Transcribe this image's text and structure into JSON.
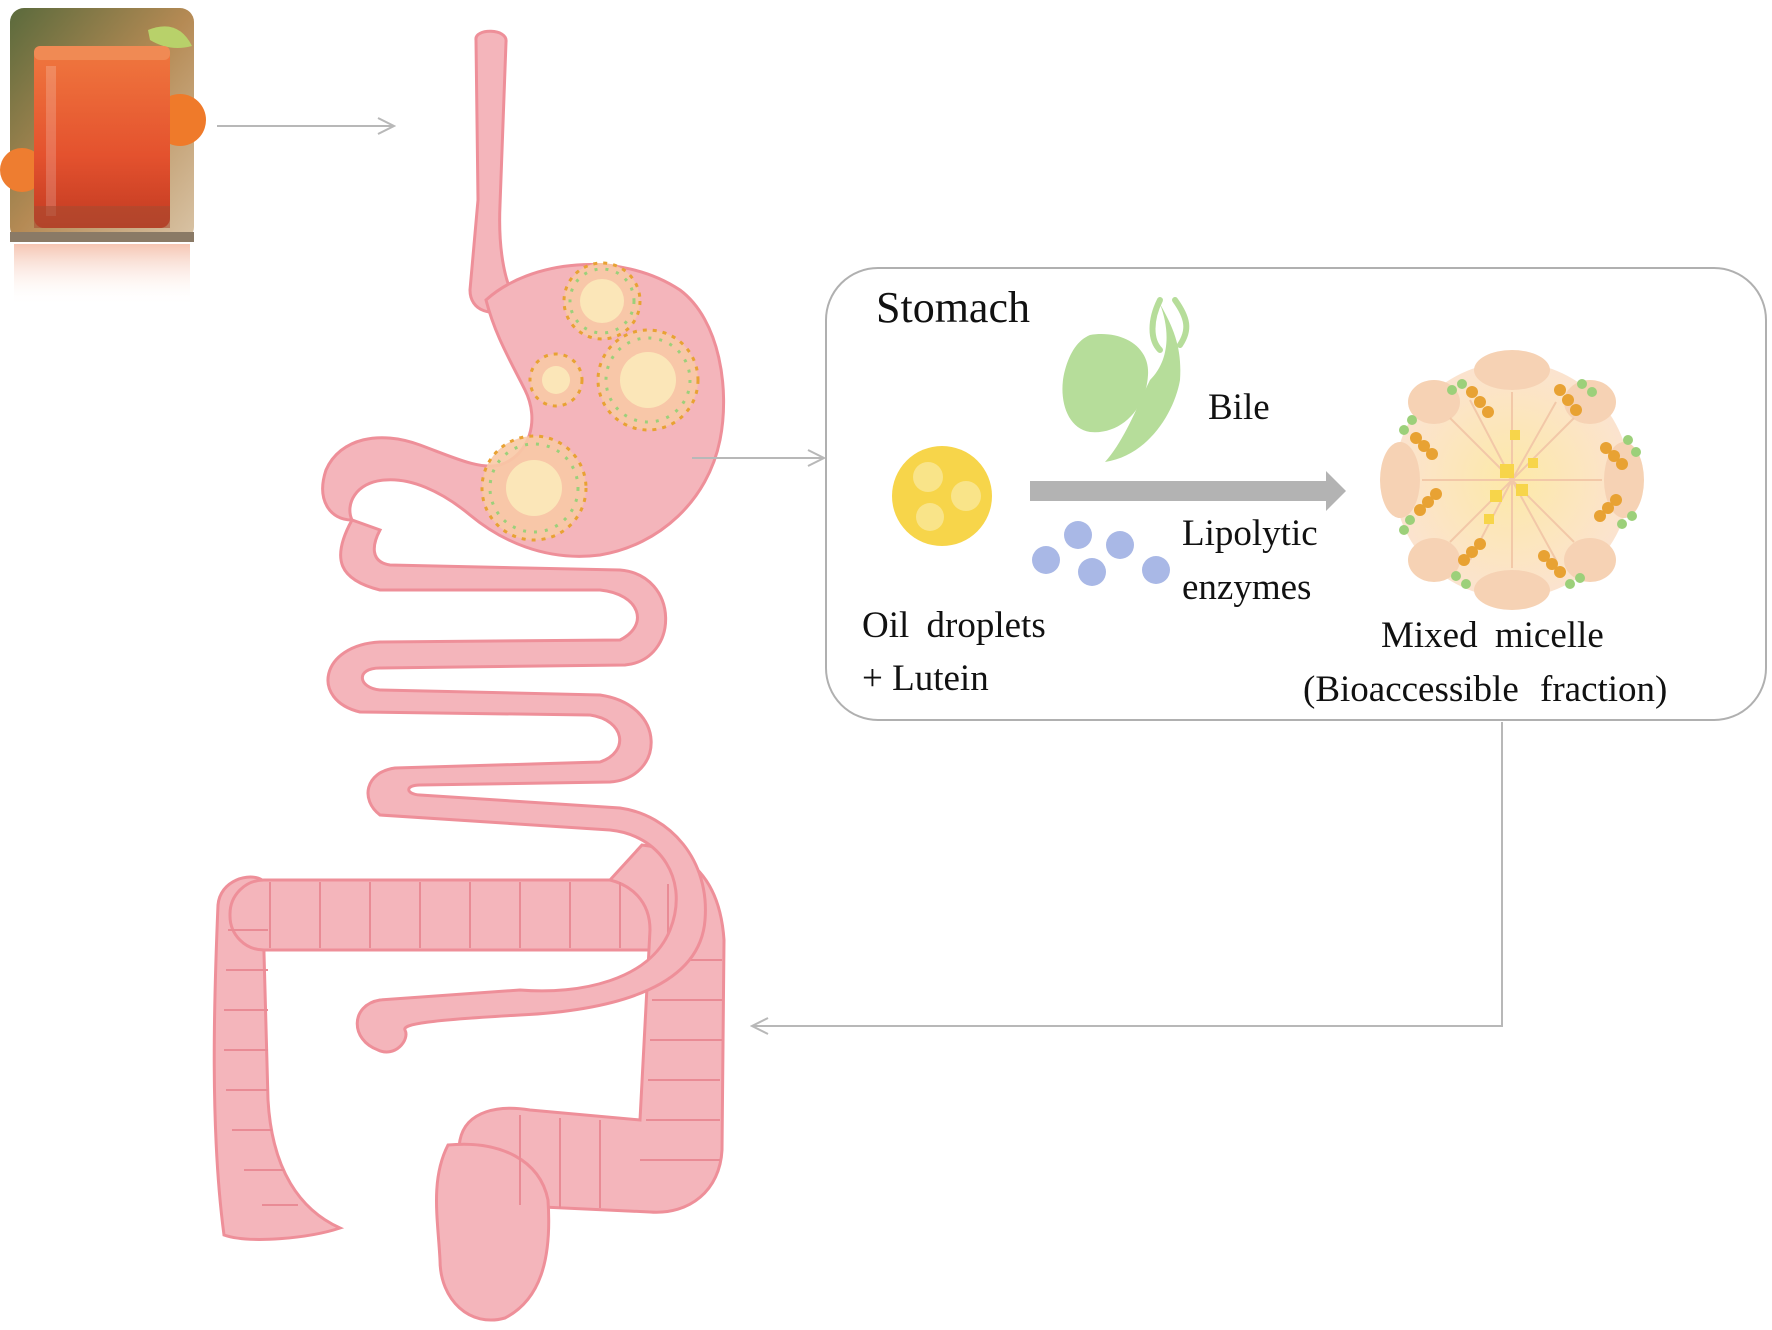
{
  "panel": {
    "title": "Stomach",
    "bile_label": "Bile",
    "enzymes_label_line1": "Lipolytic",
    "enzymes_label_line2": "enzymes",
    "oil_label_line1": "Oil  droplets",
    "oil_label_line2": "+ Lutein",
    "micelle_label_line1": "Mixed  micelle",
    "micelle_label_line2": "(Bioaccessible  fraction)"
  },
  "colors": {
    "gut_fill": "#f4b5bb",
    "gut_stroke": "#ee8f99",
    "gut_dark": "#e98b95",
    "oil_droplet": "#f7d54a",
    "enzyme": "#a9b8e6",
    "gallbladder": "#b6dd9a",
    "process_arrow": "#b3b3b3",
    "connector_arrow": "#b8b8b8",
    "micelle_outer": "#f6d2b4",
    "lutein_orange": "#e8a233",
    "lutein_green": "#9cd07a",
    "juice": "#e4522e"
  },
  "icons": [
    "juice-glass-photo",
    "gallbladder-icon",
    "oil-droplet-icon",
    "enzyme-dots-icon",
    "mixed-micelle-icon",
    "digestive-tract-illustration"
  ]
}
